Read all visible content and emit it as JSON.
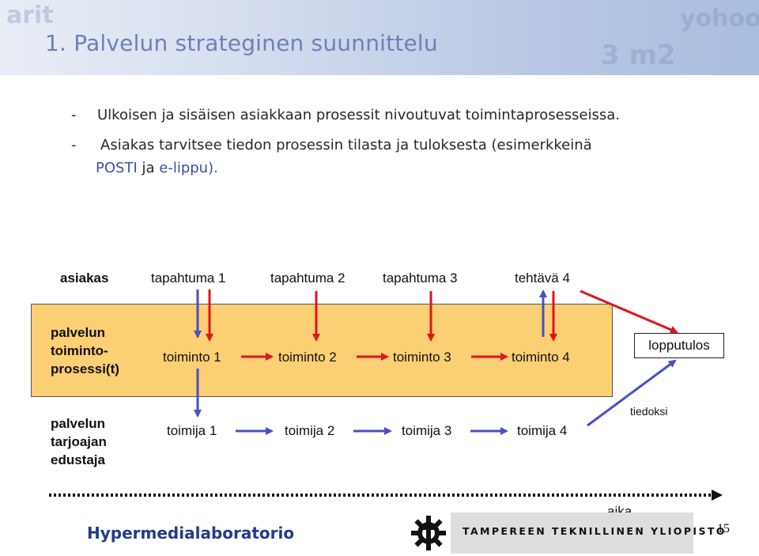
{
  "slide": {
    "title": "1. Palvelun strateginen suunnittelu",
    "page_number": "15",
    "footer_text": "Hypermedialaboratorio",
    "university": "TAMPEREEN TEKNILLINEN YLIOPISTO"
  },
  "bullets": [
    {
      "marker": "-",
      "text": "Ulkoisen ja sisäisen asiakkaan prosessit nivoutuvat toimintaprosesseissa."
    },
    {
      "marker": "-",
      "text": "Asiakas tarvitsee tiedon prosessin tilasta ja tuloksesta (esimerkkeinä",
      "text_cont_blue1": "POSTI",
      "text_cont_mid": " ja ",
      "text_cont_blue2": "e-lippu)."
    }
  ],
  "diagram": {
    "top_row": {
      "label": "asiakas",
      "events": [
        "tapahtuma 1",
        "tapahtuma 2",
        "tapahtuma 3",
        "tehtävä 4"
      ]
    },
    "process_row": {
      "label_lines": [
        "palvelun",
        "toiminto-",
        "prosessi(t)"
      ],
      "items": [
        "toiminto 1",
        "toiminto 2",
        "toiminto 3",
        "toiminto 4"
      ],
      "result": "lopputulos"
    },
    "provider_row": {
      "label_lines": [
        "palvelun",
        "tarjoajan",
        "edustaja"
      ],
      "items": [
        "toimija 1",
        "toimija 2",
        "toimija 3",
        "toimija 4"
      ],
      "feedback_label": "tiedoksi"
    },
    "time_label": "aika",
    "colors": {
      "process_fill": "#fbcf73",
      "red_arrow": "#e0141e",
      "blue_arrow": "#4a4fc4",
      "title": "#6e80b6"
    }
  }
}
